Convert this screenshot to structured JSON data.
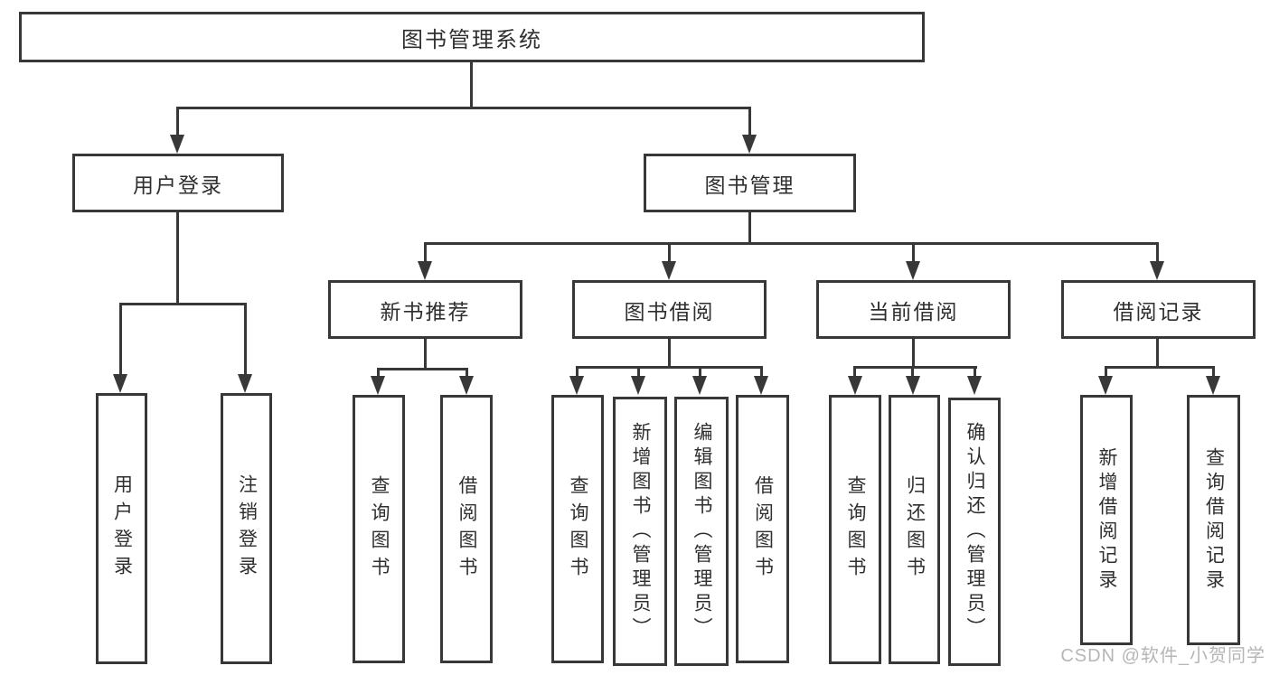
{
  "diagram": {
    "tree": {
      "label": "图书管理系统",
      "children": [
        {
          "label": "用户登录",
          "children": [
            {
              "label": "用户登录"
            },
            {
              "label": "注销登录"
            }
          ]
        },
        {
          "label": "图书管理",
          "children": [
            {
              "label": "新书推荐",
              "children": [
                {
                  "label": "查询图书"
                },
                {
                  "label": "借阅图书"
                }
              ]
            },
            {
              "label": "图书借阅",
              "children": [
                {
                  "label": "查询图书"
                },
                {
                  "label": "新增图书（管理员）"
                },
                {
                  "label": "编辑图书（管理员）"
                },
                {
                  "label": "借阅图书"
                }
              ]
            },
            {
              "label": "当前借阅",
              "children": [
                {
                  "label": "查询图书"
                },
                {
                  "label": "归还图书"
                },
                {
                  "label": "确认归还（管理员）"
                }
              ]
            },
            {
              "label": "借阅记录",
              "children": [
                {
                  "label": "新增借阅记录"
                },
                {
                  "label": "查询借阅记录"
                }
              ]
            }
          ]
        }
      ]
    }
  },
  "watermark": {
    "text": "CSDN @软件_小贺同学"
  },
  "colors": {
    "line": "#383838",
    "text": "#2f2f2f",
    "box_background": "#ffffff",
    "page_background": "#ffffff",
    "watermark": "#b2b2b2"
  }
}
